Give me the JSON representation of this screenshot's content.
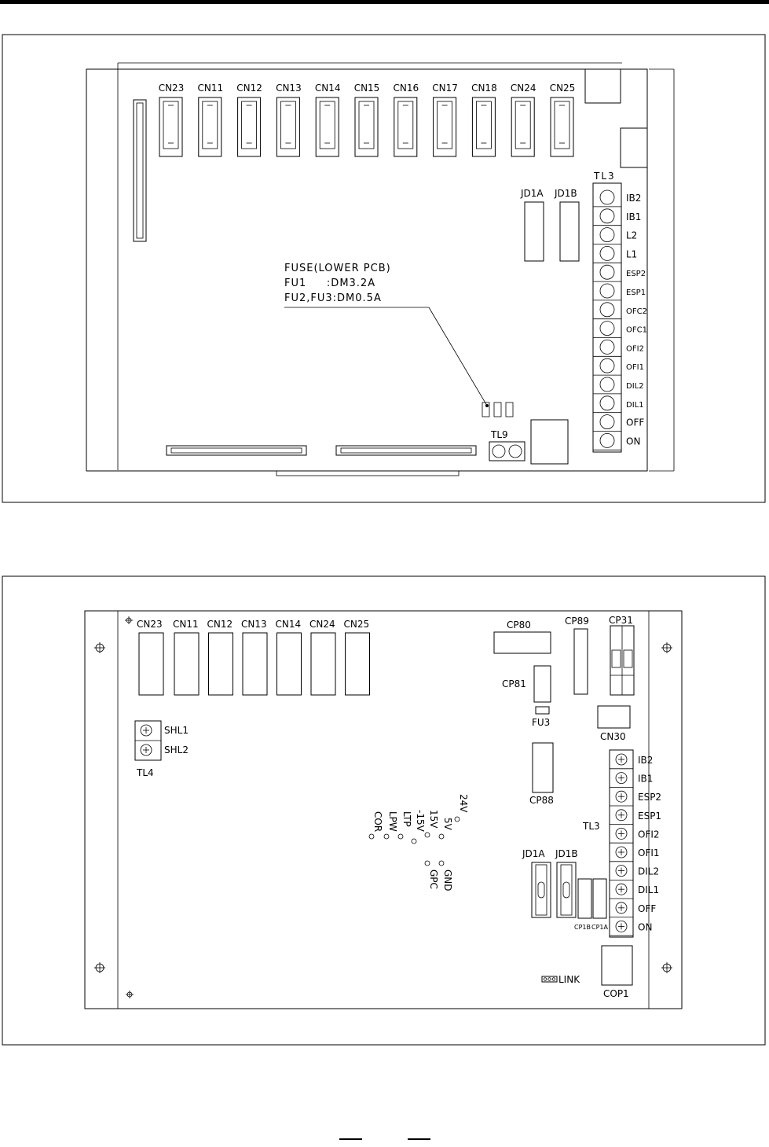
{
  "upper": {
    "connectors": [
      "CN23",
      "CN11",
      "CN12",
      "CN13",
      "CN14",
      "CN15",
      "CN16",
      "CN17",
      "CN18",
      "CN24",
      "CN25"
    ],
    "jumpers": [
      "JD1A",
      "JD1B"
    ],
    "terminal_block_label": "TL3",
    "terminals": [
      "IB2",
      "IB1",
      "L2",
      "L1",
      "ESP2",
      "ESP1",
      "OFC2",
      "OFC1",
      "OFI2",
      "OFI1",
      "DIL2",
      "DIL1",
      "OFF",
      "ON"
    ],
    "tl9_label": "TL9",
    "fuse_note": [
      "FUSE(LOWER PCB)",
      "FU1     :DM3.2A",
      "FU2,FU3:DM0.5A"
    ]
  },
  "lower": {
    "connectors": [
      "CN23",
      "CN11",
      "CN12",
      "CN13",
      "CN14",
      "CN24",
      "CN25"
    ],
    "cp80": "CP80",
    "cp89": "CP89",
    "cp31": "CP31",
    "cp81": "CP81",
    "fu3": "FU3",
    "cn30": "CN30",
    "cp88": "CP88",
    "shl": [
      "SHL1",
      "SHL2"
    ],
    "tl4": "TL4",
    "terminal_block_label": "TL3",
    "terminals": [
      "IB2",
      "IB1",
      "ESP2",
      "ESP1",
      "OFI2",
      "OFI1",
      "DIL2",
      "DIL1",
      "OFF",
      "ON"
    ],
    "test_points_left": [
      "24V",
      "5V",
      "15V",
      "-15V",
      "LTP",
      "LPW",
      "COR"
    ],
    "test_points_right": [
      "GND",
      "GPC"
    ],
    "jumpers": [
      "JD1A",
      "JD1B"
    ],
    "cp1b": "CP1B",
    "cp1a": "CP1A",
    "link": "LINK",
    "cop1": "COP1"
  }
}
